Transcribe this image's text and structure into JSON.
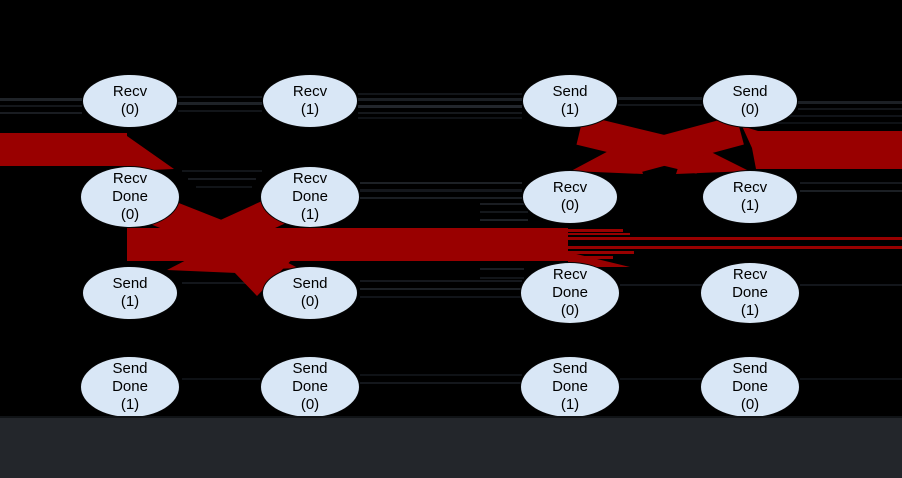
{
  "diagram": {
    "description": "Communication dependency graph: two groups of Send/Recv operations on channels 0 and 1, with thick dark-red highlighted dependency edges crossing between columns",
    "groups": [
      {
        "name": "left-group",
        "columns": [
          "c1",
          "c2"
        ]
      },
      {
        "name": "right-group",
        "columns": [
          "c3",
          "c4"
        ]
      }
    ]
  },
  "colors": {
    "background": "#000000",
    "edge_red": "#990000",
    "node_fill": "#D9E7F6",
    "node_border": "#050505",
    "bottom_bar": "#23262B"
  },
  "nodes": {
    "c1r1": {
      "l1": "Recv",
      "l2": "(0)"
    },
    "c2r1": {
      "l1": "Recv",
      "l2": "(1)"
    },
    "c3r1": {
      "l1": "Send",
      "l2": "(1)"
    },
    "c4r1": {
      "l1": "Send",
      "l2": "(0)"
    },
    "c1r2": {
      "l1": "Recv",
      "l2": "Done",
      "l3": "(0)"
    },
    "c2r2": {
      "l1": "Recv",
      "l2": "Done",
      "l3": "(1)"
    },
    "c3r2": {
      "l1": "Recv",
      "l2": "(0)"
    },
    "c4r2": {
      "l1": "Recv",
      "l2": "(1)"
    },
    "c1r3": {
      "l1": "Send",
      "l2": "(1)"
    },
    "c2r3": {
      "l1": "Send",
      "l2": "(0)"
    },
    "c3r3": {
      "l1": "Recv",
      "l2": "Done",
      "l3": "(0)"
    },
    "c4r3": {
      "l1": "Recv",
      "l2": "Done",
      "l3": "(1)"
    },
    "c1r4": {
      "l1": "Send",
      "l2": "Done",
      "l3": "(1)"
    },
    "c2r4": {
      "l1": "Send",
      "l2": "Done",
      "l3": "(0)"
    },
    "c3r4": {
      "l1": "Send",
      "l2": "Done",
      "l3": "(1)"
    },
    "c4r4": {
      "l1": "Send",
      "l2": "Done",
      "l3": "(0)"
    }
  },
  "red_edges": [
    {
      "from": "off-screen-left",
      "to": "Recv Done (0) [left-group]"
    },
    {
      "from": "Recv Done (0) [left-group]",
      "to": "Send (0) [left-group]"
    },
    {
      "from": "Recv Done (1) [left-group]",
      "to": "Send (1) [left-group]"
    },
    {
      "from": "Recv Done (0) [left-group]",
      "to": "Recv Done (0) [right-group]"
    },
    {
      "from": "Recv Done (0) [right-group] band",
      "to": "off-screen-right (thin lines)"
    },
    {
      "from": "Send (1) [right-group]",
      "to": "Recv (1) [right-group]"
    },
    {
      "from": "Send (0) [right-group]",
      "to": "Recv (0) [right-group]"
    },
    {
      "from": "Send (0) [right-group]",
      "to": "off-screen-right"
    }
  ]
}
